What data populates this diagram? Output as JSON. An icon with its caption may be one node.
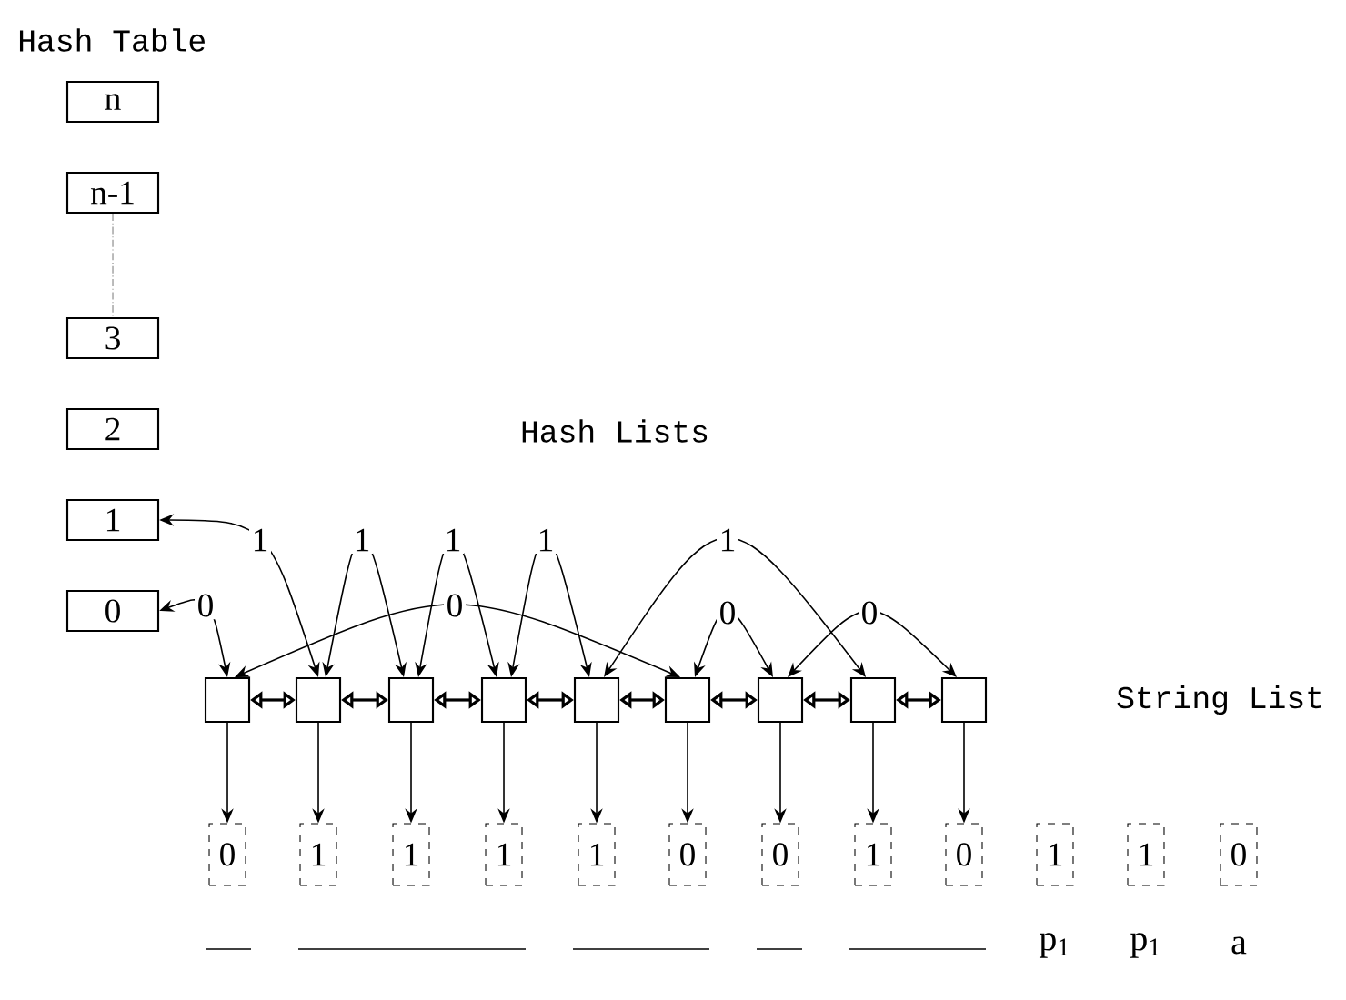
{
  "diagram": {
    "nodes": [
      {
        "text": [
          "n"
        ]
      },
      {
        "text": [
          "n-1"
        ]
      },
      {
        "text": [
          "3"
        ]
      },
      {
        "text": [
          "2"
        ]
      },
      {
        "text": [
          "1"
        ]
      },
      {
        "text": [
          "0"
        ]
      },
      {
        "text": [],
        "shape": "box"
      },
      {
        "text": [],
        "shape": "box"
      },
      {
        "text": [],
        "shape": "box"
      },
      {
        "text": [],
        "shape": "box"
      },
      {
        "text": [],
        "shape": "box"
      },
      {
        "text": [],
        "shape": "box"
      },
      {
        "text": [],
        "shape": "box"
      },
      {
        "text": [],
        "shape": "box"
      },
      {
        "text": [],
        "shape": "box"
      },
      {
        "text": [
          "0"
        ]
      },
      {
        "text": [
          "1"
        ]
      },
      {
        "text": [
          "1"
        ]
      },
      {
        "text": [
          "1"
        ]
      },
      {
        "text": [
          "1"
        ]
      },
      {
        "text": [
          "0"
        ]
      },
      {
        "text": [
          "0"
        ]
      },
      {
        "text": [
          "1"
        ]
      },
      {
        "text": [
          "0"
        ]
      },
      {
        "text": [
          "1"
        ]
      },
      {
        "text": [
          "1"
        ]
      },
      {
        "text": [
          "0"
        ]
      }
    ],
    "edges": [
      {
        "from": 1,
        "to": 2,
        "arrow": "none",
        "style": "dashed",
        "color": "#808080"
      },
      {
        "from": 4,
        "to": 7,
        "arrow": "both",
        "label": "1"
      },
      {
        "from": 7,
        "to": 8,
        "arrow": "both",
        "label": "1"
      },
      {
        "from": 8,
        "to": 9,
        "arrow": "both",
        "label": "1"
      },
      {
        "from": 9,
        "to": 10,
        "arrow": "both",
        "label": "1"
      },
      {
        "from": 10,
        "to": 13,
        "arrow": "both",
        "label": "1"
      },
      {
        "from": 5,
        "to": 6,
        "arrow": "both",
        "label": "0"
      },
      {
        "from": 6,
        "to": 11,
        "arrow": "both",
        "label": "0"
      },
      {
        "from": 11,
        "to": 12,
        "arrow": "both",
        "label": "0"
      },
      {
        "from": 12,
        "to": 14,
        "arrow": "both",
        "label": "0"
      },
      {
        "from": 6,
        "to": 7,
        "arrow": "both"
      },
      {
        "from": 7,
        "to": 8,
        "arrow": "both"
      },
      {
        "from": 8,
        "to": 9,
        "arrow": "both"
      },
      {
        "from": 9,
        "to": 10,
        "arrow": "both"
      },
      {
        "from": 10,
        "to": 11,
        "arrow": "both"
      },
      {
        "from": 11,
        "to": 12,
        "arrow": "both"
      },
      {
        "from": 12,
        "to": 13,
        "arrow": "both"
      },
      {
        "from": 13,
        "to": 14,
        "arrow": "both"
      },
      {
        "from": 6,
        "to": 15,
        "arrow": "to"
      },
      {
        "from": 7,
        "to": 16,
        "arrow": "to"
      },
      {
        "from": 8,
        "to": 17,
        "arrow": "to"
      },
      {
        "from": 9,
        "to": 18,
        "arrow": "to"
      },
      {
        "from": 10,
        "to": 19,
        "arrow": "to"
      },
      {
        "from": 11,
        "to": 20,
        "arrow": "to"
      },
      {
        "from": 12,
        "to": 21,
        "arrow": "to"
      },
      {
        "from": 13,
        "to": 22,
        "arrow": "to"
      },
      {
        "from": 14,
        "to": 23,
        "arrow": "to"
      }
    ],
    "labels": [
      "Hash Table",
      "Hash Lists",
      "String List",
      "p$_{1}$",
      "p$_{1}$",
      "a"
    ]
  }
}
